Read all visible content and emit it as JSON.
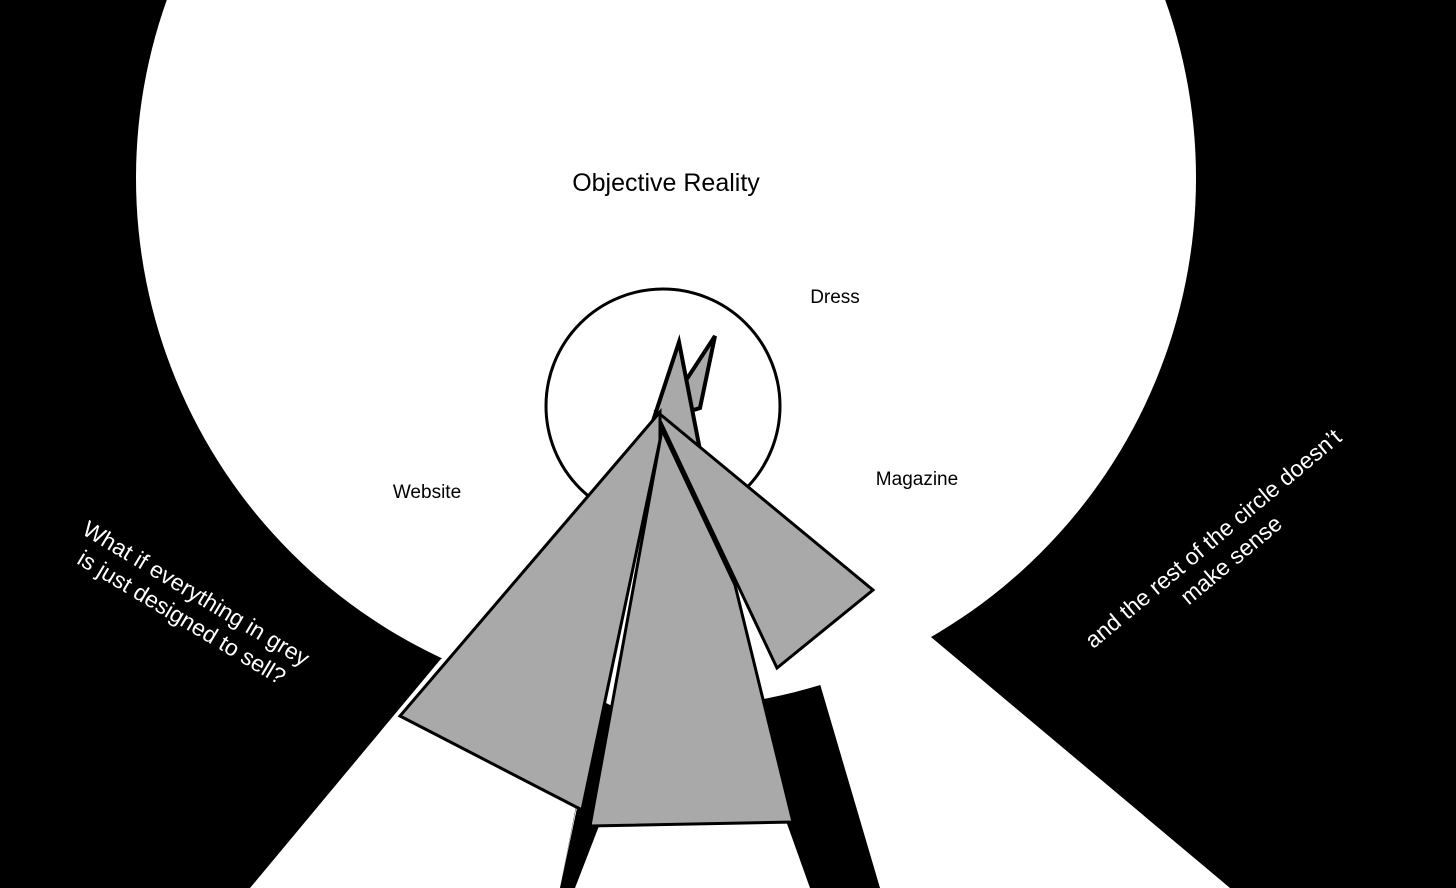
{
  "labels": {
    "objective_reality": "Objective Reality",
    "dress": "Dress",
    "website": "Website",
    "magazine": "Magazine"
  },
  "annotations": {
    "left_line1": "What if everything in grey",
    "left_line2": "is just designed to sell?",
    "right_line1": "and the rest of the circle doesn’t",
    "right_line2": "make sense"
  },
  "colors": {
    "background": "#000000",
    "circle": "#ffffff",
    "grey_shape": "#a9a9a9",
    "outline": "#000000"
  }
}
